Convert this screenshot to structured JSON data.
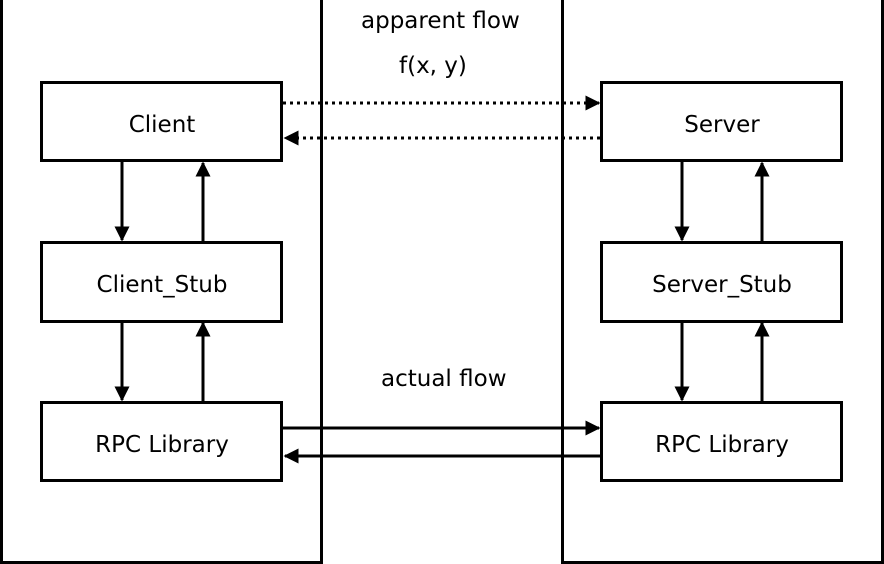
{
  "labels": {
    "apparent_flow": "apparent flow",
    "function_call": "f(x, y)",
    "actual_flow": "actual flow"
  },
  "client": {
    "app": "Client",
    "stub": "Client_Stub",
    "library": "RPC Library"
  },
  "server": {
    "app": "Server",
    "stub": "Server_Stub",
    "library": "RPC Library"
  },
  "colors": {
    "line": "#000000",
    "background": "#ffffff"
  }
}
